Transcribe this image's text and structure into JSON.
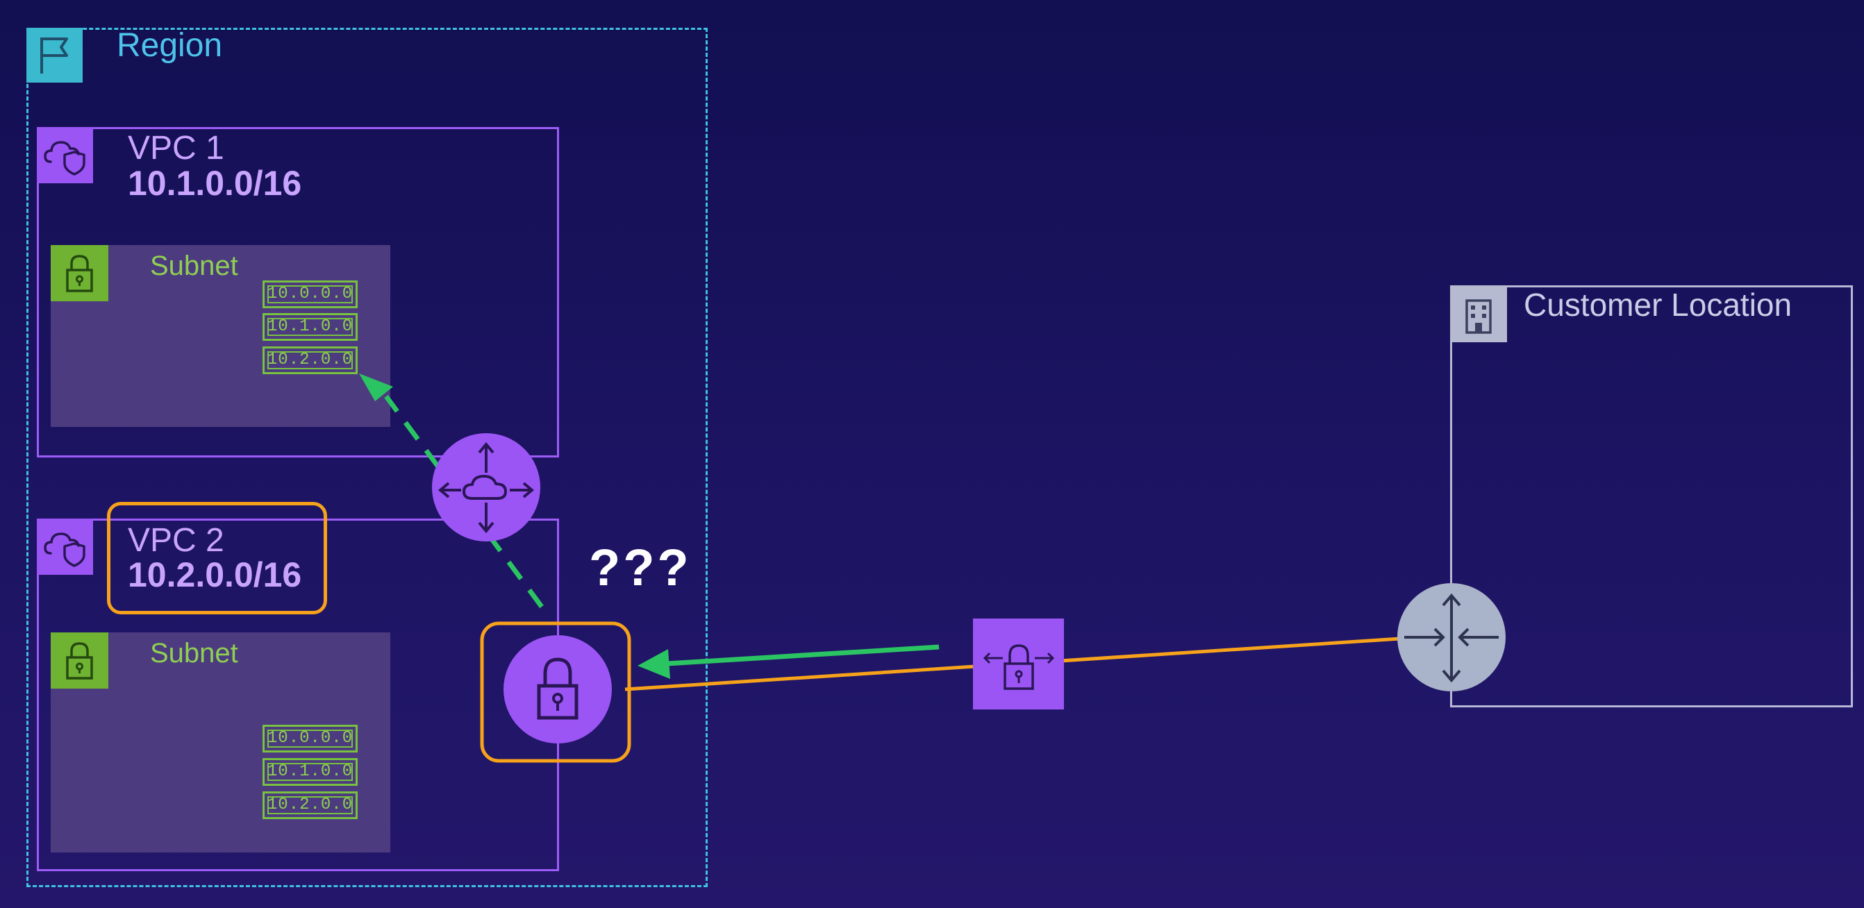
{
  "region": {
    "label": "Region",
    "icon": "region-flag-icon"
  },
  "vpc1": {
    "name": "VPC 1",
    "cidr": "10.1.0.0/16",
    "icon": "vpc-cloud-shield-icon",
    "subnet": {
      "label": "Subnet",
      "icon": "subnet-lock-icon",
      "ips": [
        "10.0.0.0",
        "10.1.0.0",
        "10.2.0.0"
      ]
    }
  },
  "vpc2": {
    "name": "VPC 2",
    "cidr": "10.2.0.0/16",
    "icon": "vpc-cloud-shield-icon",
    "subnet": {
      "label": "Subnet",
      "icon": "subnet-lock-icon",
      "ips": [
        "10.0.0.0",
        "10.1.0.0",
        "10.2.0.0"
      ]
    }
  },
  "customer": {
    "label": "Customer Location",
    "icon": "building-icon"
  },
  "question": "???",
  "icons": {
    "transit_gateway": "transit-gateway-icon",
    "virtual_private_gateway": "vpn-gateway-lock-icon",
    "vpn_connection": "vpn-connection-icon",
    "customer_gateway": "customer-router-icon"
  },
  "colors": {
    "background": "#1b1360",
    "region": "#3fc1e0",
    "vpc": "#9d5cf7",
    "subnet": "#70b231",
    "highlight": "#f7a21b",
    "traffic_arrow": "#2bc463",
    "customer": "#b6b8d6"
  }
}
